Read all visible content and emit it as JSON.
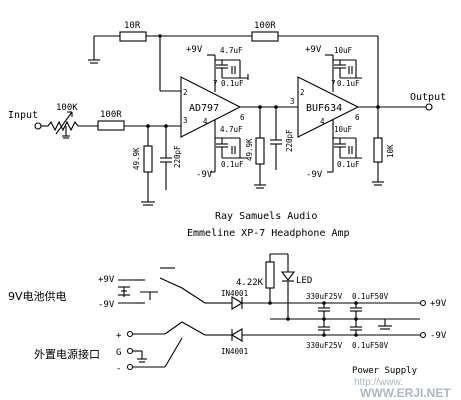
{
  "labels": {
    "input": "Input",
    "output": "Output",
    "r_feedback1": "10R",
    "r_feedback2": "100R",
    "pot": "100K",
    "r_input": "100R",
    "r_bias1": "49.9K",
    "c_in": "220pF",
    "r_bias2": "49.9K",
    "c_mid": "220pF",
    "r_out": "10K",
    "opamp1": "AD797",
    "opamp2": "BUF634",
    "pin7a": "7",
    "pin2a": "2",
    "pin3a": "3",
    "pin4a": "4",
    "pin6a": "6",
    "pin7b": "7",
    "pin2b": "2",
    "pin3b": "3",
    "pin4b": "4",
    "pin6b": "6",
    "vpos1": "+9V",
    "vneg1": "-9V",
    "vpos2": "+9V",
    "vneg2": "-9V",
    "cap47a": "4.7uF",
    "cap01a": "0.1uF",
    "cap47b": "4.7uF",
    "cap01b": "0.1uF",
    "cap10a": "10uF",
    "cap01c": "0.1uF",
    "cap10b": "10uF",
    "cap01d": "0.1uF",
    "title1": "Ray Samuels Audio",
    "title2": "Emmeline XP-7 Headphone Amp",
    "battery_label": "9V电池供电",
    "ext_label": "外置电源接口",
    "sup_pos": "+9V",
    "sup_neg": "-9V",
    "ext_plus": "+",
    "ext_g": "G",
    "ext_minus": "-",
    "r_led": "4.22K",
    "led": "LED",
    "d1": "IN4001",
    "d2": "IN4001",
    "c330a": "330uF25V",
    "c01a": "0.1uF50V",
    "c330b": "330uF25V",
    "c01b": "0.1uF50V",
    "out_pos": "+9V",
    "out_neg": "-9V",
    "power_supply": "Power Supply",
    "watermark1": "http://www.",
    "watermark2": "WWW.ERJI.NET"
  }
}
